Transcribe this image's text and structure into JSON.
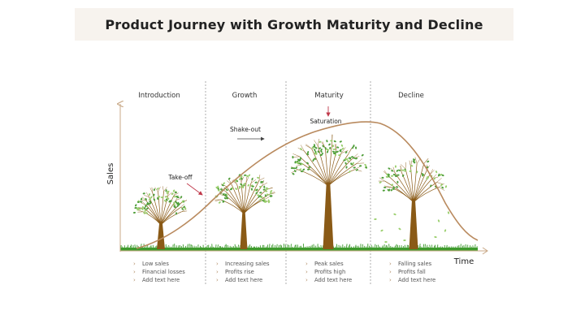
{
  "title": "Product Journey with Growth Maturity and Decline",
  "axes": {
    "x_label": "Time",
    "y_label": "Sales"
  },
  "stages": [
    {
      "name": "Introduction",
      "points": [
        "Low sales",
        "Financial losses",
        "Add text here"
      ]
    },
    {
      "name": "Growth",
      "points": [
        "Increasing sales",
        "Profits rise",
        "Add text here"
      ]
    },
    {
      "name": "Maturity",
      "points": [
        "Peak sales",
        "Profits high",
        "Add text here"
      ]
    },
    {
      "name": "Decline",
      "points": [
        "Falling sales",
        "Profits fall",
        "Add text here"
      ]
    }
  ],
  "callouts": {
    "takeoff": "Take-off",
    "shakeout": "Shake-out",
    "saturation": "Saturation"
  },
  "colors": {
    "curve": "#b98a5e",
    "trunk": "#8a5a16",
    "leaf": "#4f9e3a",
    "leaf_light": "#9bcf6e",
    "arrow": "#c0394b",
    "axis": "#c8a887",
    "grass": "#3f9b2e"
  }
}
